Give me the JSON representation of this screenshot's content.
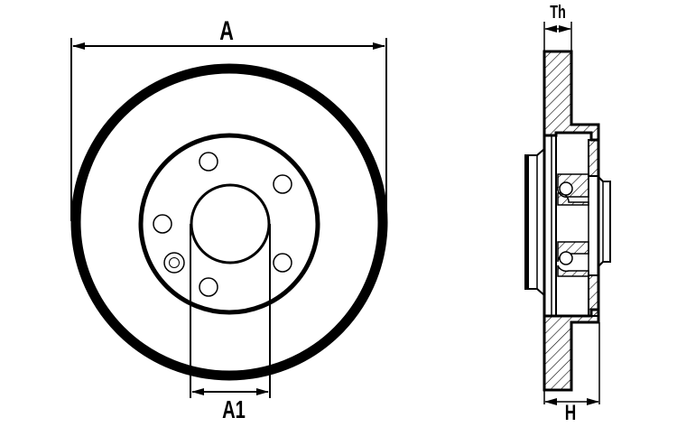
{
  "diagram": {
    "title": "Brake disc dimension drawing",
    "views": [
      {
        "name": "front-view",
        "description": "Front view of brake disc with hub, center bore and bolt holes"
      },
      {
        "name": "side-section-view",
        "description": "Cross-section side view of brake disc with hatched material"
      }
    ],
    "dimensions": {
      "outer_diameter": {
        "label": "A"
      },
      "center_bore": {
        "label": "A1"
      },
      "disc_thickness": {
        "label": "Th"
      },
      "total_height": {
        "label": "H"
      }
    },
    "bolt_holes": {
      "count": 5,
      "extra_small_holes": 1
    },
    "colors": {
      "line": "#000000",
      "background": "#ffffff"
    }
  }
}
